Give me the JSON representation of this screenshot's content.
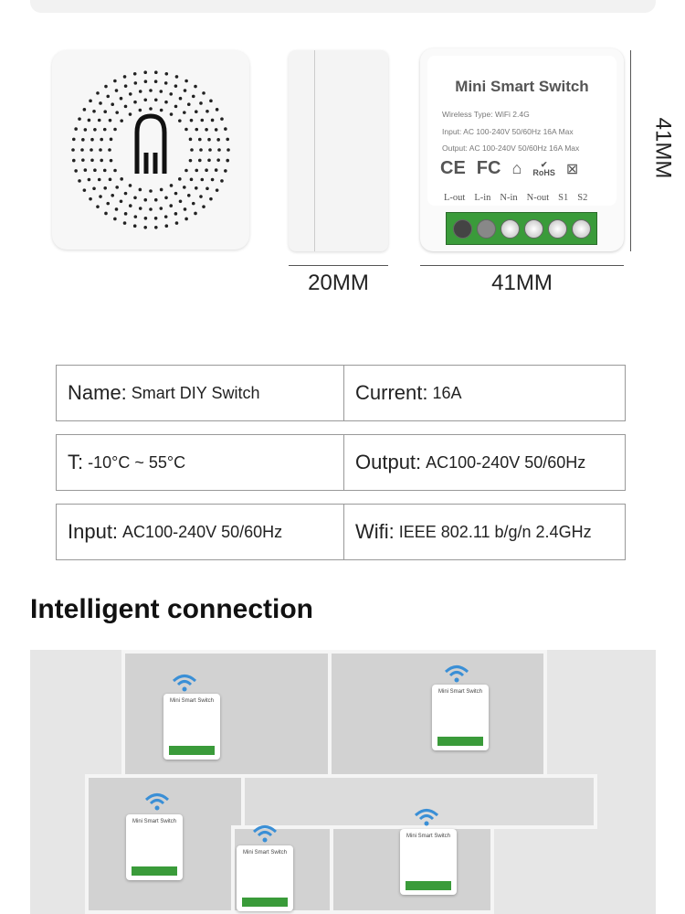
{
  "product_label": {
    "title": "Mini Smart Switch",
    "lines": [
      "Wireless Type: WiFi 2.4G",
      "Input: AC 100-240V 50/60Hz 16A Max",
      "Output: AC 100-240V 50/60Hz 16A Max"
    ],
    "certifications": [
      "CE",
      "FC",
      "RoHS"
    ],
    "terminals": [
      "L-out",
      "L-in",
      "N-in",
      "N-out",
      "S1",
      "S2"
    ],
    "terminal_color": "#3a9b3a"
  },
  "dimensions": {
    "height": "41MM",
    "depth": "20MM",
    "width": "41MM"
  },
  "specs": [
    [
      {
        "key": "Name:",
        "value": "Smart DIY Switch"
      },
      {
        "key": "Current:",
        "value": "16A"
      }
    ],
    [
      {
        "key": "T:",
        "value": "-10°C ~ 55°C"
      },
      {
        "key": "Output:",
        "value": "AC100-240V 50/60Hz"
      }
    ],
    [
      {
        "key": "Input:",
        "value": "AC100-240V 50/60Hz"
      },
      {
        "key": "Wifi:",
        "value": "IEEE 802.11 b/g/n 2.4GHz"
      }
    ]
  ],
  "section_heading": "Intelligent connection",
  "illustration": {
    "card_title": "Mini Smart Switch",
    "wifi_color": "#3a8fd6"
  }
}
